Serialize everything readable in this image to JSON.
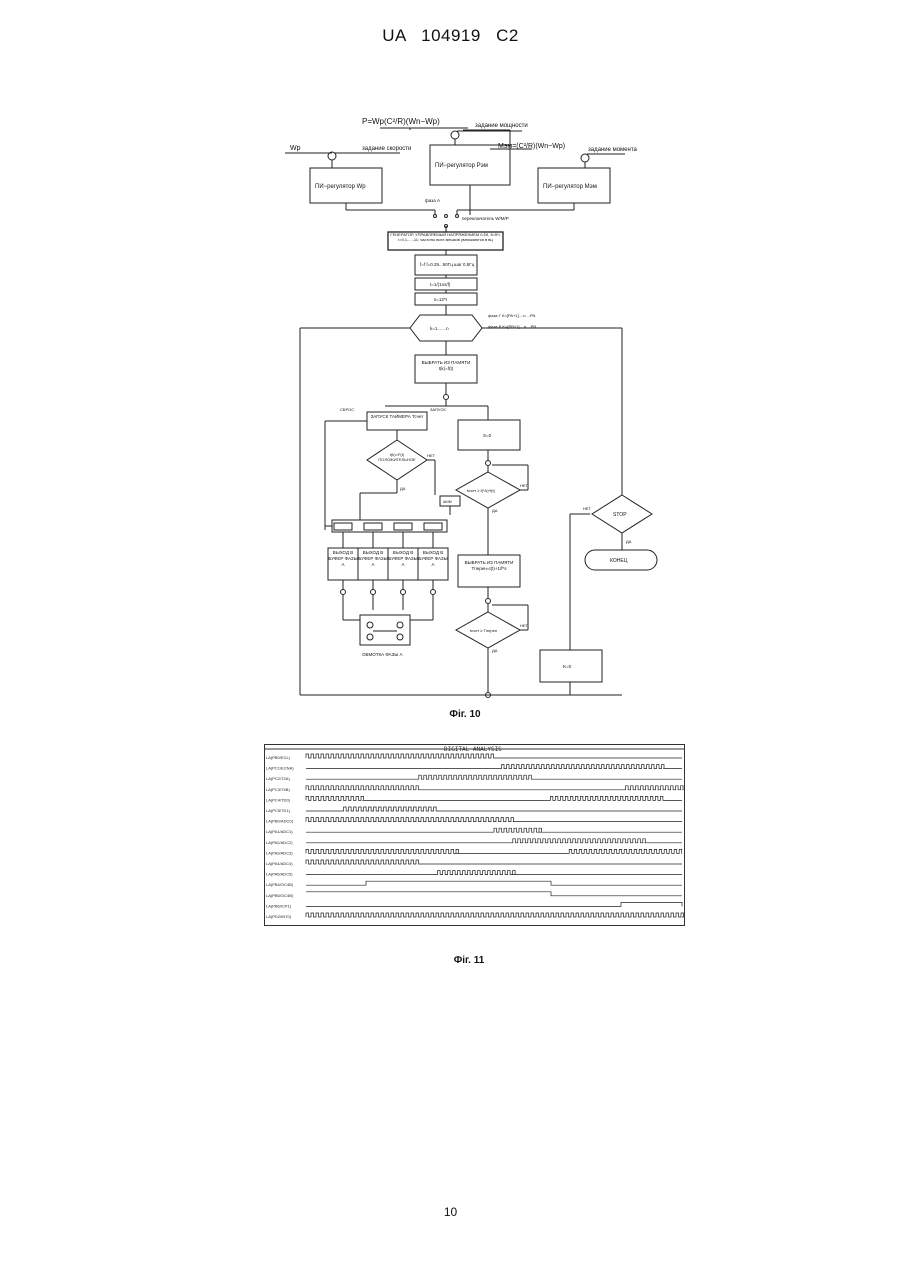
{
  "header": {
    "left": "UA",
    "number": "104919",
    "kind": "C2"
  },
  "fig10": {
    "caption": "Фіг. 10",
    "formula_power": "P=Wp(C²/R)(Wn−Wp)",
    "formula_moment": "Mэм=(C²/R)(Wn−Wp)",
    "input_wp": "Wp",
    "label_speed_set": "задание скорости",
    "label_power_set": "задание мощности",
    "label_moment_set": "задание момента",
    "reg_speed": "ПИ−регулятор Wp",
    "reg_power": "ПИ−регулятор Pэм",
    "reg_moment": "ПИ−регулятор Mэм",
    "phase_a_label": "фаза А",
    "switch_label": "переключатель W/M/P",
    "generator": "ГЕНЕРАТОР, УПРАВЛЯЕМЫЙ НАПРЯЖЕНИЕМ  f=Σfi,  fi=5*i;  i=0,1,....,11;  частоты всех мешков умножаются в вц",
    "step_f": "f=f  f=0.25...50Гц  шаг 0,5Гц",
    "step_t": "t=1/(1ns/f)",
    "step_s": "s=12*t",
    "loop_label": "k=1.......n",
    "phase_b_range": "фаза Г    K=[PA+1]....n....PN",
    "phase_c_range": "фаза В    K=[PB+1]....n....PB",
    "select_memory": "ВЫБРАТЬ ИЗ ПАМЯТИ  t(k)=f(t)",
    "reset_label": "СБРОС",
    "start_label": "ЗАПУСК",
    "timer_start": "ЗАПУСК ТАЙМЕРА  Тсчет",
    "decision_positive": "t(k)=F(t) ПОЛОЖИТЕЛЬНОЕ",
    "net_label": "НЕТ",
    "da_label": "ДА",
    "s0": "S=0",
    "decision_tk": "tcчет ≥ f(*A)*f(t)",
    "pwm_label": "ШИМ",
    "outputs": [
      "ВЫХОД В БУФЕР ФАЗЫ А",
      "ВЫХОД В БУФЕР ФАЗЫ А",
      "ВЫХОД В БУФЕР ФАЗЫ А",
      "ВЫХОД В БУФЕР ФАЗЫ А"
    ],
    "winding": "ОБМОТКА ФАЗЫ А",
    "select_memory2": "ВЫБРАТЬ ИЗ ПАМЯТИ  Tперен=t(t)+1/f*s",
    "decision_tperen": "tcчет ≥ Tперен",
    "k0": "K=0",
    "stop": "STOP",
    "end": "КОНЕЦ"
  },
  "fig11": {
    "caption": "Фіг. 11",
    "title": "DIGITAL ANALYSIS",
    "channels": [
      "LA(PB0/ECL)",
      "LA(PC1/ECNA)",
      "LA(PC2/T2A)",
      "LA(PC3/T4B)",
      "LA(PC4/TD0)",
      "LA(PC5/TD1)",
      "LA(PB0/ADC0)",
      "LA(PA1/ADC1)",
      "LA(PA2/ADC2)",
      "LA(PA3/ADC3)",
      "LA(PA4/ADC4)",
      "LA(PA5/ADC5)",
      "LA(PB4/OC4B)",
      "LA(PB5/OC4B)",
      "LA(PB6/ICP1)",
      "LA(PD2/INT0)"
    ]
  },
  "page_number": "10"
}
